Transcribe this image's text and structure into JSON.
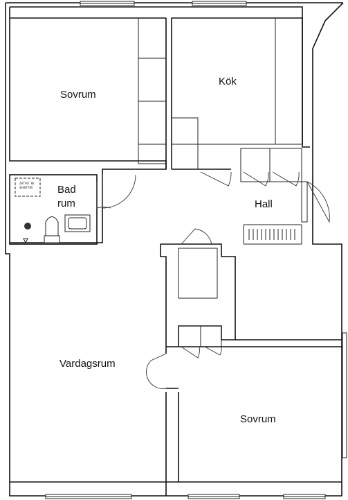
{
  "rooms": {
    "bedroom_top": "Sovrum",
    "kitchen": "Kök",
    "bathroom_line1": "Bad",
    "bathroom_line2": "rum",
    "hall": "Hall",
    "living_room": "Vardagsrum",
    "bedroom_bottom": "Sovrum"
  },
  "fixtures": {
    "washer_line1": "ZHTTAT RE",
    "washer_line2": "SEANTTÄV"
  }
}
